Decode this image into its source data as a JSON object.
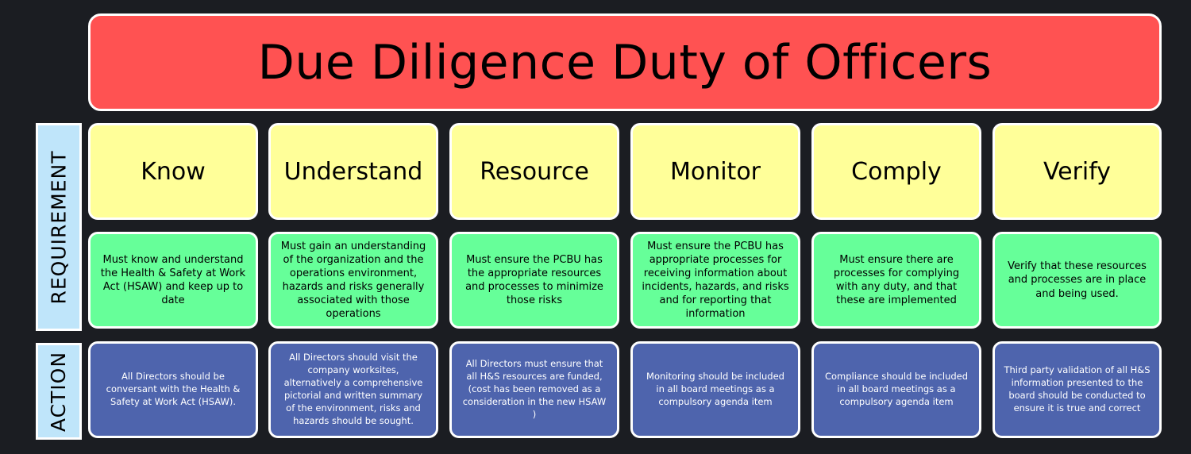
{
  "title": "Due Diligence Duty of Officers",
  "row_labels": {
    "requirement": "REQUIREMENT",
    "action": "ACTION"
  },
  "columns": [
    {
      "requirement": "Know",
      "description": "Must know and understand the Health & Safety at Work Act (HSAW) and keep up to date",
      "action": "All Directors should be conversant with the Health & Safety at Work Act (HSAW)."
    },
    {
      "requirement": "Understand",
      "description": "Must gain an understanding of the organization and the operations environment, hazards and risks generally associated with those operations",
      "action": "All Directors should visit the company worksites, alternatively a comprehensive pictorial and written summary of the environment, risks and hazards should be sought."
    },
    {
      "requirement": "Resource",
      "description": "Must ensure the PCBU has the appropriate resources and processes to minimize those risks",
      "action": "All Directors must ensure that all H&S resources are funded, (cost has been removed as a consideration in the new HSAW )"
    },
    {
      "requirement": "Monitor",
      "description": "Must ensure the PCBU has appropriate processes for receiving information about incidents, hazards, and risks and for reporting that information",
      "action": "Monitoring should be included in all board meetings as a compulsory agenda item"
    },
    {
      "requirement": "Comply",
      "description": "Must ensure there are processes for complying with any duty, and that these are implemented",
      "action": "Compliance should be included in all board meetings as a compulsory agenda item"
    },
    {
      "requirement": "Verify",
      "description": "Verify that these resources and processes are in place and being used.",
      "action": "Third party validation of all H&S information presented to the board should be conducted to ensure it is true and correct"
    }
  ],
  "colors": {
    "background": "#1b1d22",
    "title_fill": "#ff5252",
    "requirement_fill": "#ffff99",
    "description_fill": "#66ff99",
    "action_fill": "#4e64ad",
    "side_label_fill": "#bfe5fa"
  }
}
